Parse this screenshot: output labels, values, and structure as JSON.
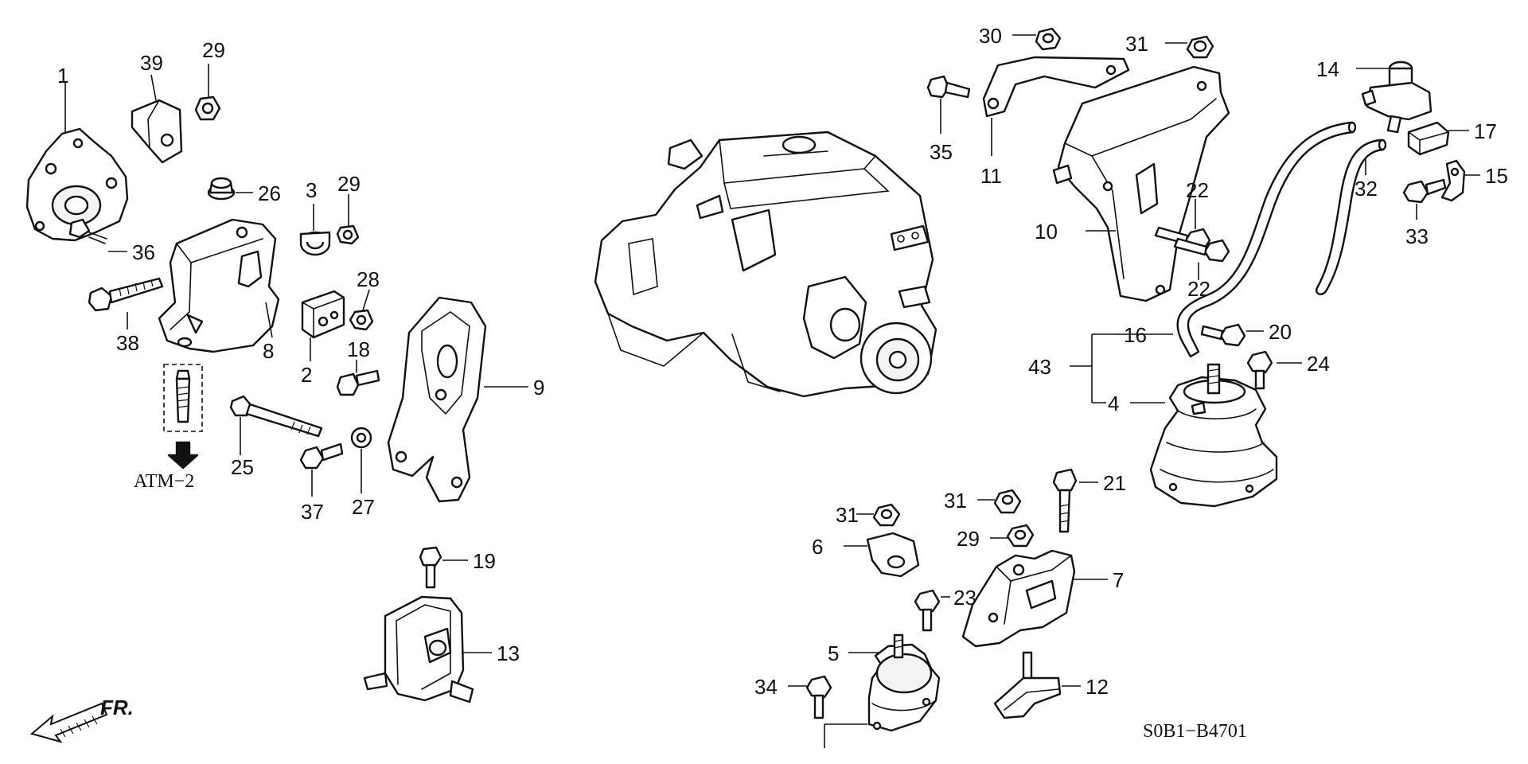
{
  "diagram": {
    "code": "S0B1−B4701",
    "reference": "ATM−2",
    "direction": "FR.",
    "colors": {
      "ink": "#111111",
      "paper": "#ffffff"
    },
    "callouts": {
      "c1": "1",
      "c2": "2",
      "c3": "3",
      "c4": "4",
      "c5": "5",
      "c6": "6",
      "c7": "7",
      "c8": "8",
      "c9": "9",
      "c10": "10",
      "c11": "11",
      "c12": "12",
      "c13": "13",
      "c14": "14",
      "c15": "15",
      "c16": "16",
      "c17": "17",
      "c18": "18",
      "c19": "19",
      "c20": "20",
      "c21": "21",
      "c22a": "22",
      "c22b": "22",
      "c23": "23",
      "c24": "24",
      "c25": "25",
      "c26": "26",
      "c27": "27",
      "c28": "28",
      "c29a": "29",
      "c29b": "29",
      "c29c": "29",
      "c30": "30",
      "c31a": "31",
      "c31b": "31",
      "c31c": "31",
      "c32": "32",
      "c33": "33",
      "c34": "34",
      "c35": "35",
      "c36": "36",
      "c37": "37",
      "c38": "38",
      "c39": "39",
      "c43": "43"
    }
  }
}
